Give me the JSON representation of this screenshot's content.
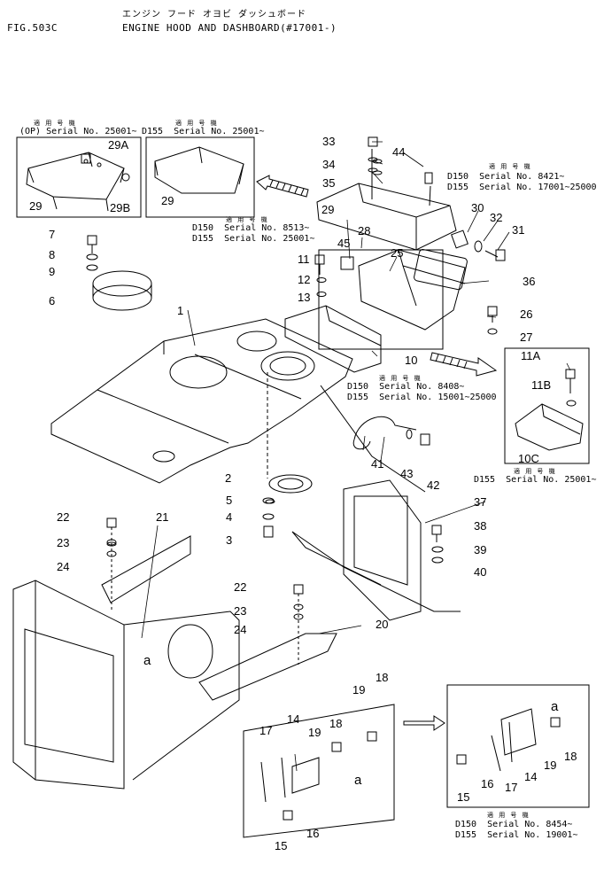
{
  "header": {
    "fig_label": "FIG.503C",
    "title_jp": "エンジン フード オヨビ ダッシュボード",
    "title_en": "ENGINE HOOD AND DASHBOARD(#17001-)"
  },
  "serial_notes": {
    "applicable_label": "適 用 号 機",
    "op_prefix": "(OP)",
    "op_serial": "Serial No. 25001~",
    "d155_prefix": "D155",
    "d155_serial_25001": "Serial No. 25001~",
    "d150_8421": "D150  Serial No. 8421~",
    "d155_17001": "D155  Serial No. 17001~25000",
    "d150_8513": "D150  Serial No. 8513~",
    "d155_25001b": "D155  Serial No. 25001~",
    "d150_8408": "D150  Serial No. 8408~",
    "d155_15001": "D155  Serial No. 15001~25000",
    "d155_25001c": "D155  Serial No. 25001~",
    "d150_8454": "D150  Serial No. 8454~",
    "d155_19001": "D155  Serial No. 19001~"
  },
  "callouts": {
    "n1": "1",
    "n2": "2",
    "n3": "3",
    "n4": "4",
    "n5": "5",
    "n6": "6",
    "n7": "7",
    "n8": "8",
    "n9": "9",
    "n10": "10",
    "n11": "11",
    "n12": "12",
    "n13": "13",
    "n14": "14",
    "n14b": "14",
    "n15": "15",
    "n15b": "15",
    "n16": "16",
    "n16b": "16",
    "n17": "17",
    "n17b": "17",
    "n18": "18",
    "n18b": "18",
    "n18c": "18",
    "n19": "19",
    "n19b": "19",
    "n19c": "19",
    "n20": "20",
    "n21": "21",
    "n22": "22",
    "n22b": "22",
    "n23": "23",
    "n23b": "23",
    "n24": "24",
    "n24b": "24",
    "n25": "25",
    "n26": "26",
    "n27": "27",
    "n28": "28",
    "n29": "29",
    "n29b": "29",
    "n29c": "29",
    "n29a": "29A",
    "n29bb": "29B",
    "n30": "30",
    "n31": "31",
    "n32": "32",
    "n33": "33",
    "n34": "34",
    "n35": "35",
    "n36": "36",
    "n37": "37",
    "n38": "38",
    "n39": "39",
    "n40": "40",
    "n41": "41",
    "n42": "42",
    "n43": "43",
    "n44": "44",
    "n45": "45",
    "n11a": "11A",
    "n11b": "11B",
    "n10c": "10C",
    "ref_a1": "a",
    "ref_a2": "a",
    "ref_a3": "a"
  }
}
